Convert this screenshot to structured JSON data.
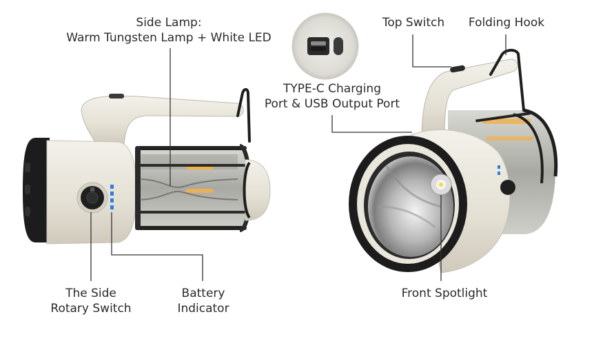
{
  "labels": {
    "side_lamp": {
      "line1": "Side Lamp:",
      "line2": "Warm Tungsten Lamp + White LED"
    },
    "typec": {
      "line1": "TYPE-C Charging",
      "line2": "Port & USB Output Port"
    },
    "top_switch": "Top Switch",
    "folding_hook": "Folding Hook",
    "side_rotary_switch": {
      "line1": "The Side",
      "line2": "Rotary Switch"
    },
    "battery_indicator": {
      "line1": "Battery",
      "line2": "Indicator"
    },
    "front_spotlight": "Front Spotlight"
  },
  "colors": {
    "body": "#ece9df",
    "body_shade": "#d6d2c5",
    "black": "#1c1c1c",
    "cage": "#2b2b2b",
    "glass": "#b9b9b3",
    "led_blue": "#2f7fe0",
    "warm_glow": "#f2b04a",
    "reflector": "#c9c9c9",
    "callout_line": "#333333"
  }
}
